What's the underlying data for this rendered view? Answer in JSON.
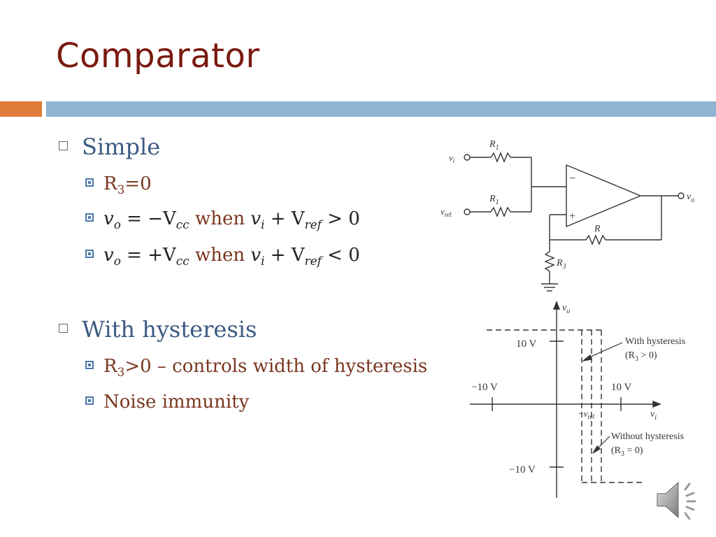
{
  "slide": {
    "title": "Comparator",
    "bullets": [
      {
        "label": "Simple",
        "sub": [
          "R",
          "3",
          "=0"
        ]
      },
      {
        "label": "With hysteresis"
      }
    ],
    "simple_items": {
      "r3": {
        "r": "R",
        "sub": "3",
        "rest": "=0"
      },
      "eq1": {
        "lhs": "v",
        "lhs_sub": "o",
        "rhs": "= −V",
        "rhs_sub": "cc",
        "when": "when",
        "v2": "v",
        "v2_sub": "i",
        "plus": "+ V",
        "ref_sub": "ref",
        "cmp": "> 0"
      },
      "eq2": {
        "lhs": "v",
        "lhs_sub": "o",
        "rhs": "= +V",
        "rhs_sub": "cc",
        "when": "when",
        "v2": "v",
        "v2_sub": "i",
        "plus": "+ V",
        "ref_sub": "ref",
        "cmp": "< 0"
      }
    },
    "hysteresis_items": {
      "r3": {
        "r": "R",
        "sub": "3",
        "rest": ">0 – controls width of hysteresis"
      },
      "noise": "Noise immunity"
    },
    "circuit": {
      "r1_top": "R",
      "r1_top_sub": "1",
      "r1_bot": "R",
      "r1_bot_sub": "1",
      "vi": "v",
      "vi_sub": "i",
      "vref": "v",
      "vref_sub": "ref",
      "vo": "v",
      "vo_sub": "o",
      "r": "R",
      "r3": "R",
      "r3_sub": "3",
      "minus": "−",
      "plus": "+"
    },
    "graph": {
      "vo": "v",
      "vo_sub": "o",
      "vi": "v",
      "vi_sub": "i",
      "pos10": "10 V",
      "neg10y": "−10 V",
      "neg10x": "−10 V",
      "pos10x": "10 V",
      "vref": "−v",
      "vref_sub": "ref",
      "with_h": "With hysteresis",
      "with_h2": "(R",
      "with_h2_sub": "3",
      "with_h2_rest": " > 0)",
      "without_h": "Without hysteresis",
      "without_h2": "(R",
      "without_h2_sub": "3",
      "without_h2_rest": " = 0)"
    },
    "speaker_icon": "speaker-icon"
  }
}
